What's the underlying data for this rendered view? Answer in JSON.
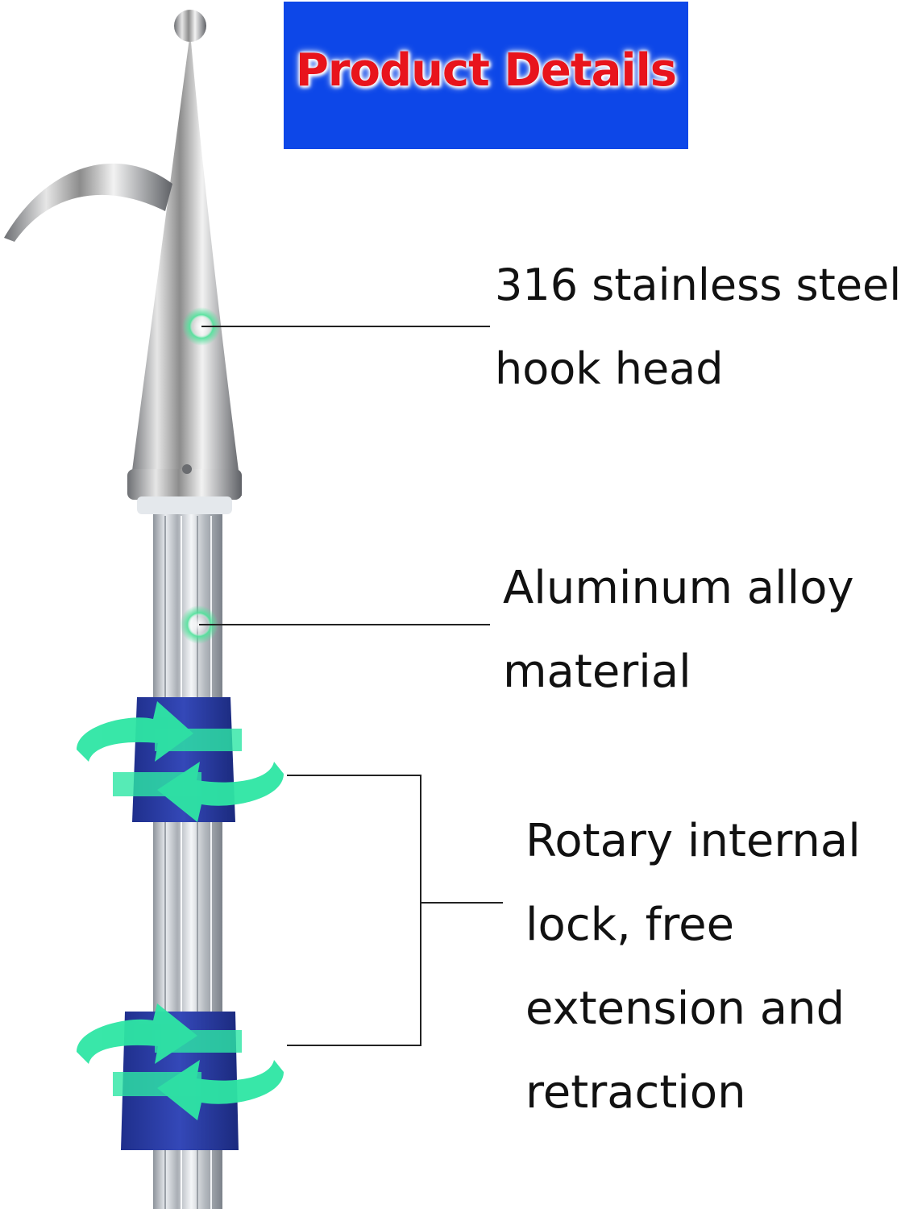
{
  "banner": {
    "title": "Product Details"
  },
  "callouts": [
    {
      "lines": [
        "316 stainless steel",
        "hook head"
      ]
    },
    {
      "lines": [
        "Aluminum alloy",
        "material"
      ]
    },
    {
      "lines": [
        "Rotary internal",
        "lock, free",
        "extension and",
        "retraction"
      ]
    }
  ],
  "colors": {
    "banner_bg": "#0d47e8",
    "banner_text": "#e8141c",
    "lock_sleeve": "#2b3fa8",
    "arrow": "#2ee6a4",
    "steel": "#c9ccd1"
  },
  "icons": [
    "rotate-arrow-icon",
    "callout-dot-icon"
  ]
}
